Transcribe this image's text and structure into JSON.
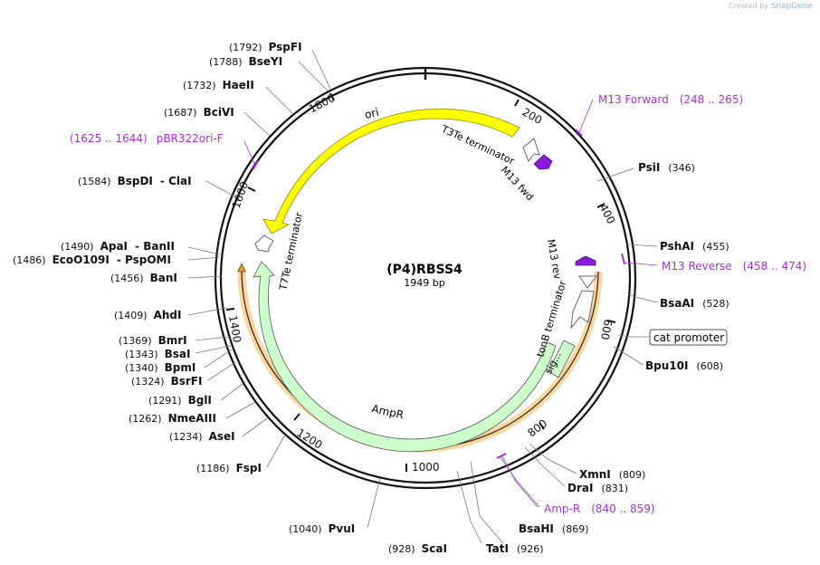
{
  "credit": {
    "prefix": "Created by",
    "brand": "SnapGene"
  },
  "plasmid": {
    "name": "(P4)RBSS4",
    "size_label": "1949 bp",
    "length": 1949
  },
  "ticks": [
    "200",
    "400",
    "600",
    "800",
    "1000",
    "1200",
    "1400",
    "1600",
    "1800"
  ],
  "colors": {
    "ori": "#ffff00",
    "amp": "#ccffcc",
    "primer": "#a632d6",
    "primer_arrow": "#8a1ad9",
    "orange": "#f7b24c"
  },
  "enzymes": {
    "right": [
      {
        "name": "PsiI",
        "pos": "(346)"
      },
      {
        "name": "PshAI",
        "pos": "(455)"
      },
      {
        "name": "BsaAI",
        "pos": "(528)"
      },
      {
        "name": "Bpu10I",
        "pos": "(608)"
      },
      {
        "name": "XmnI",
        "pos": "(809)"
      },
      {
        "name": "DraI",
        "pos": "(831)"
      },
      {
        "name": "BsaHI",
        "pos": "(869)"
      },
      {
        "name": "TatI",
        "pos": "(926)"
      }
    ],
    "bottom": [
      {
        "name": "ScaI",
        "pos": "(928)"
      },
      {
        "name": "PvuI",
        "pos": "(1040)"
      }
    ],
    "left": [
      {
        "name": "PspFI",
        "pos": "(1792)"
      },
      {
        "name": "BseYI",
        "pos": "(1788)"
      },
      {
        "name": "HaeII",
        "pos": "(1732)"
      },
      {
        "name": "BciVI",
        "pos": "(1687)"
      },
      {
        "name": "BspDI",
        "pos": "(1584)",
        "name2": "ClaI"
      },
      {
        "name": "ApaI",
        "pos": "(1490)",
        "name2": "BanII"
      },
      {
        "name": "EcoO109I",
        "pos": "(1486)",
        "name2": "PspOMI"
      },
      {
        "name": "BanI",
        "pos": "(1456)"
      },
      {
        "name": "AhdI",
        "pos": "(1409)"
      },
      {
        "name": "BmrI",
        "pos": "(1369)"
      },
      {
        "name": "BsaI",
        "pos": "(1343)"
      },
      {
        "name": "BpmI",
        "pos": "(1340)"
      },
      {
        "name": "BsrFI",
        "pos": "(1324)"
      },
      {
        "name": "BglI",
        "pos": "(1291)"
      },
      {
        "name": "NmeAIII",
        "pos": "(1262)"
      },
      {
        "name": "AseI",
        "pos": "(1234)"
      },
      {
        "name": "FspI",
        "pos": "(1186)"
      }
    ]
  },
  "primers": [
    {
      "name": "M13 Forward",
      "range": "(248 .. 265)"
    },
    {
      "name": "M13 Reverse",
      "range": "(458 .. 474)"
    },
    {
      "name": "Amp-R",
      "range": "(840 .. 859)"
    },
    {
      "name": "pBR322ori-F",
      "range": "(1625 .. 1644)"
    }
  ],
  "features": {
    "ori": "ori",
    "ampr": "AmpR",
    "t3te": "T3Te terminator",
    "t7te": "T7Te terminator",
    "tonb": "tonB terminator",
    "m13fwd": "M13 fwd",
    "m13rev": "M13 rev",
    "sig": "sig...",
    "cat_promoter": "cat promoter"
  }
}
